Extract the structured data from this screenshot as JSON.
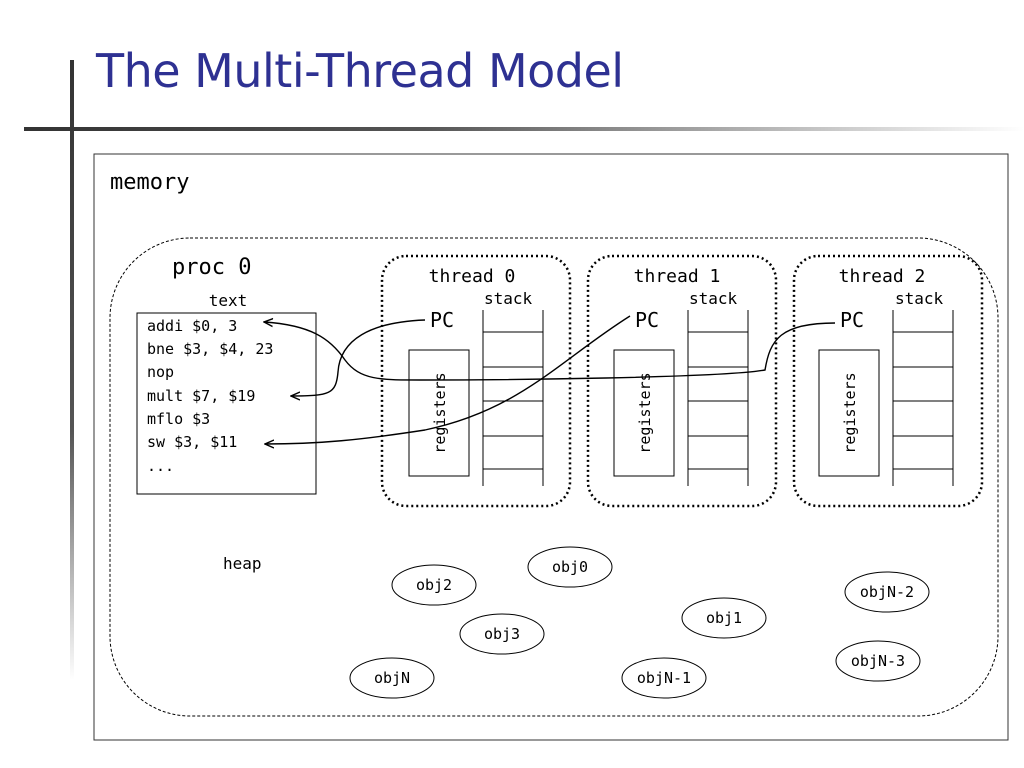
{
  "slide": {
    "title": "The Multi-Thread Model"
  },
  "memory": {
    "label": "memory"
  },
  "process": {
    "label": "proc 0"
  },
  "text_segment": {
    "label": "text",
    "lines": [
      "addi $0, 3",
      "bne $3, $4, 23",
      "nop",
      "mult $7, $19",
      "mflo $3",
      "sw $3, $11",
      "..."
    ]
  },
  "threads": [
    {
      "label": "thread 0",
      "pc_label": "PC",
      "stack_label": "stack",
      "registers_label": "registers"
    },
    {
      "label": "thread 1",
      "pc_label": "PC",
      "stack_label": "stack",
      "registers_label": "registers"
    },
    {
      "label": "thread 2",
      "pc_label": "PC",
      "stack_label": "stack",
      "registers_label": "registers"
    }
  ],
  "heap": {
    "label": "heap",
    "objects": [
      "obj0",
      "obj1",
      "obj2",
      "obj3",
      "objN",
      "objN-1",
      "objN-2",
      "objN-3"
    ]
  }
}
